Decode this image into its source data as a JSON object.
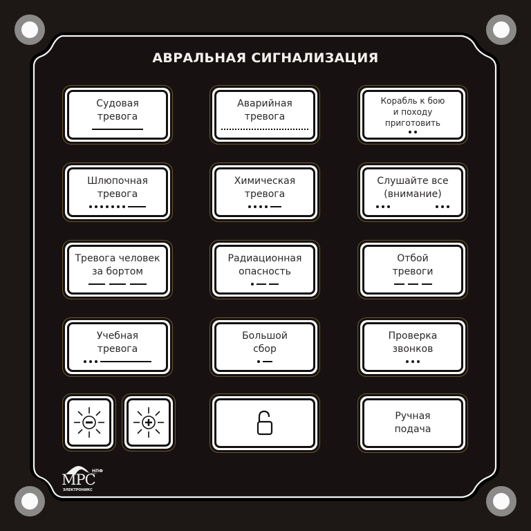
{
  "panel": {
    "title": "АВРАЛЬНАЯ СИГНАЛИЗАЦИЯ",
    "colors": {
      "background": "#1d1816",
      "button_face": "#ffffff",
      "text": "#2b2727",
      "outline": "#ffffff"
    }
  },
  "buttons": [
    {
      "id": "sudovaya",
      "line1": "Судовая",
      "line2": "тревога",
      "line3": "",
      "signal": "long-dash"
    },
    {
      "id": "avariynaya",
      "line1": "Аварийная",
      "line2": "тревога",
      "line3": "",
      "signal": "many-fine-dots"
    },
    {
      "id": "korabl",
      "line1": "Корабль к бою",
      "line2": "и походу",
      "line3": "приготовить",
      "signal": "2 dots"
    },
    {
      "id": "shlyupochnaya",
      "line1": "Шлюпочная",
      "line2": "тревога",
      "line3": "",
      "signal": "7 dots + dash"
    },
    {
      "id": "khimicheskaya",
      "line1": "Химическая",
      "line2": "тревога",
      "line3": "",
      "signal": "4 dots + dash"
    },
    {
      "id": "slushayte",
      "line1": "Слушайте все",
      "line2": "(внимание)",
      "line3": "",
      "signal": "3 dots, 3 dots"
    },
    {
      "id": "chelovek",
      "line1": "Тревога человек",
      "line2": "за бортом",
      "line3": "",
      "signal": "3 dashes"
    },
    {
      "id": "radiatsionnaya",
      "line1": "Радиационная",
      "line2": "опасность",
      "line3": "",
      "signal": "dot + 2 dashes"
    },
    {
      "id": "otboy",
      "line1": "Отбой",
      "line2": "тревоги",
      "line3": "",
      "signal": "3 dashes"
    },
    {
      "id": "uchebnaya",
      "line1": "Учебная",
      "line2": "тревога",
      "line3": "",
      "signal": "3 dots + long dash"
    },
    {
      "id": "bolshoy",
      "line1": "Большой",
      "line2": "сбор",
      "line3": "",
      "signal": "dot + dash"
    },
    {
      "id": "proverka",
      "line1": "Проверка",
      "line2": "звонков",
      "line3": "",
      "signal": "3 dots"
    },
    {
      "id": "manual",
      "line1": "Ручная",
      "line2": "подача",
      "line3": "",
      "signal": ""
    }
  ],
  "controls": {
    "brightness_down_icon": "sun-minus-icon",
    "brightness_up_icon": "sun-plus-icon",
    "unlock_icon": "unlocked-padlock-icon"
  },
  "logo": {
    "top": "НПФ",
    "main": "МРС",
    "bottom": "ЭЛЕКТРОНИКС"
  }
}
